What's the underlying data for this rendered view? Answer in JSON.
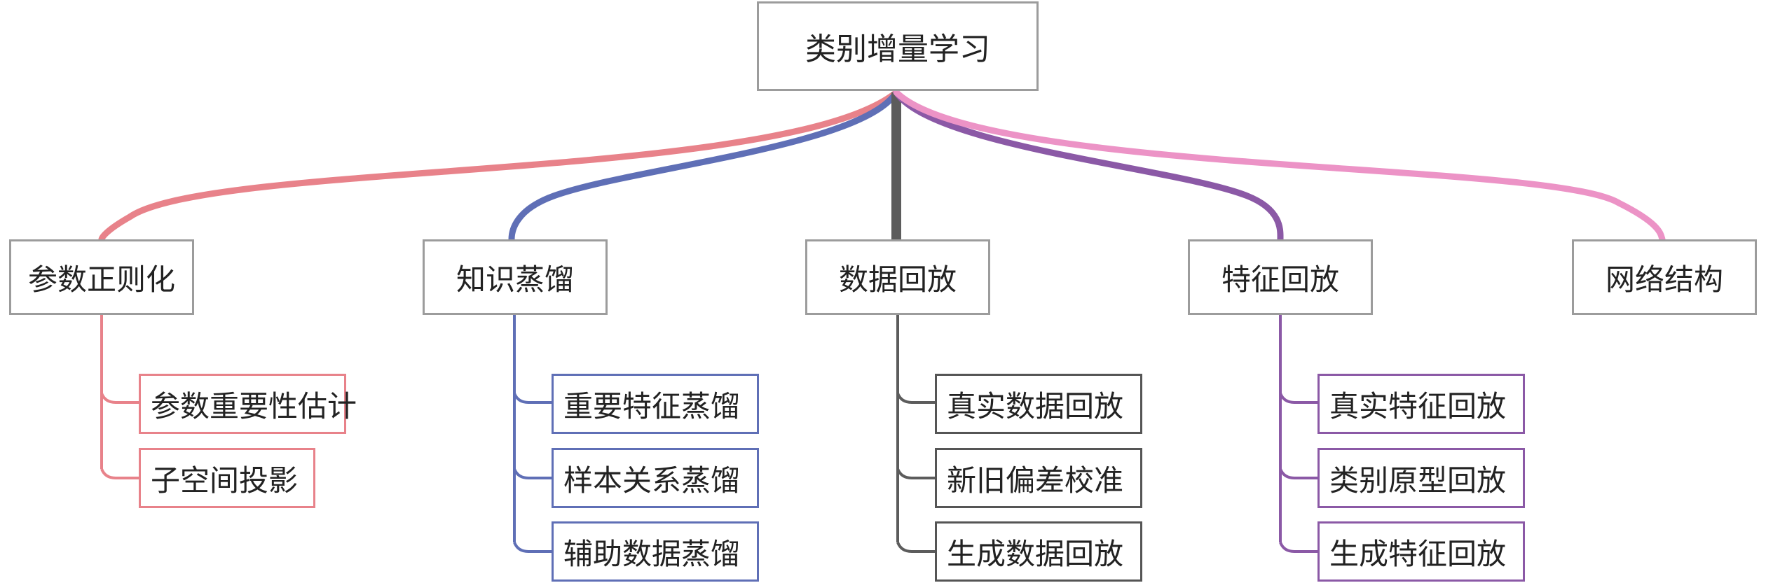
{
  "root": {
    "label": "类别增量学习"
  },
  "categories": [
    {
      "label": "参数正则化",
      "color": "#e8828a",
      "children": [
        "参数重要性估计",
        "子空间投影"
      ]
    },
    {
      "label": "知识蒸馏",
      "color": "#5f6fb6",
      "children": [
        "重要特征蒸馏",
        "样本关系蒸馏",
        "辅助数据蒸馏"
      ]
    },
    {
      "label": "数据回放",
      "color": "#5c5c5c",
      "children": [
        "真实数据回放",
        "新旧偏差校准",
        "生成数据回放"
      ]
    },
    {
      "label": "特征回放",
      "color": "#8b59a6",
      "children": [
        "真实特征回放",
        "类别原型回放",
        "生成特征回放"
      ]
    },
    {
      "label": "网络结构",
      "color": "#ec93c6",
      "children": []
    }
  ]
}
